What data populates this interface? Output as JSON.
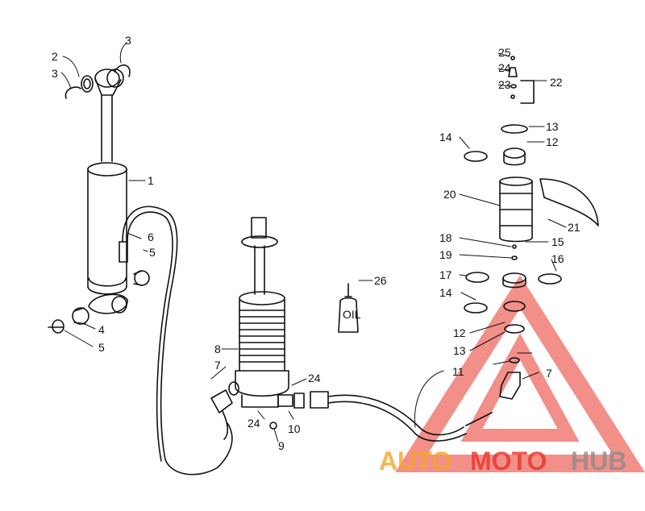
{
  "part_labels": [
    "1",
    "2",
    "3",
    "3",
    "4",
    "5",
    "5",
    "6",
    "7",
    "7",
    "8",
    "9",
    "10",
    "11",
    "12",
    "12",
    "13",
    "13",
    "14",
    "14",
    "15",
    "16",
    "17",
    "18",
    "19",
    "20",
    "21",
    "22",
    "23",
    "24",
    "24",
    "24",
    "25",
    "26"
  ],
  "oil_bottle_text": "OIL",
  "watermark": {
    "auto": "AUTO",
    "moto": "MOTO",
    "hub": "HUB",
    "color_orange": "#f5a623",
    "color_red": "#e8342a",
    "color_gray": "#8c8c8c"
  }
}
